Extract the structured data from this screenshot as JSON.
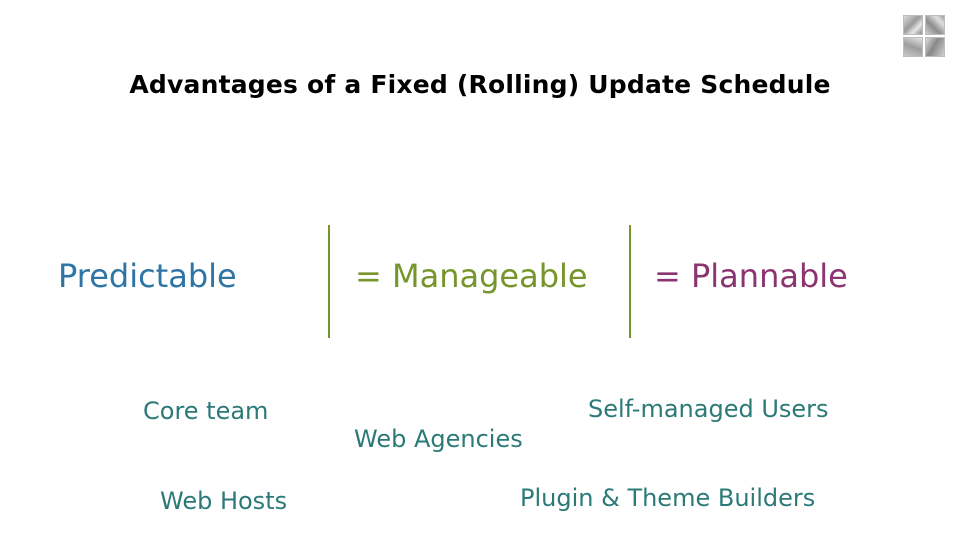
{
  "slide": {
    "title": "Advantages of a Fixed (Rolling) Update Schedule",
    "logo_icon": "photo-collage-logo-icon"
  },
  "equation": {
    "terms": [
      {
        "label": "Predictable",
        "color": "#2e75a6"
      },
      {
        "label": "= Manageable",
        "color": "#76952a"
      },
      {
        "label": "= Plannable",
        "color": "#8a3570"
      }
    ],
    "divider_color": "#76952a"
  },
  "groups": {
    "color": "#2b7a78",
    "items": [
      "Core team",
      "Web Agencies",
      "Self-managed Users",
      "Web Hosts",
      "Plugin & Theme Builders"
    ]
  }
}
